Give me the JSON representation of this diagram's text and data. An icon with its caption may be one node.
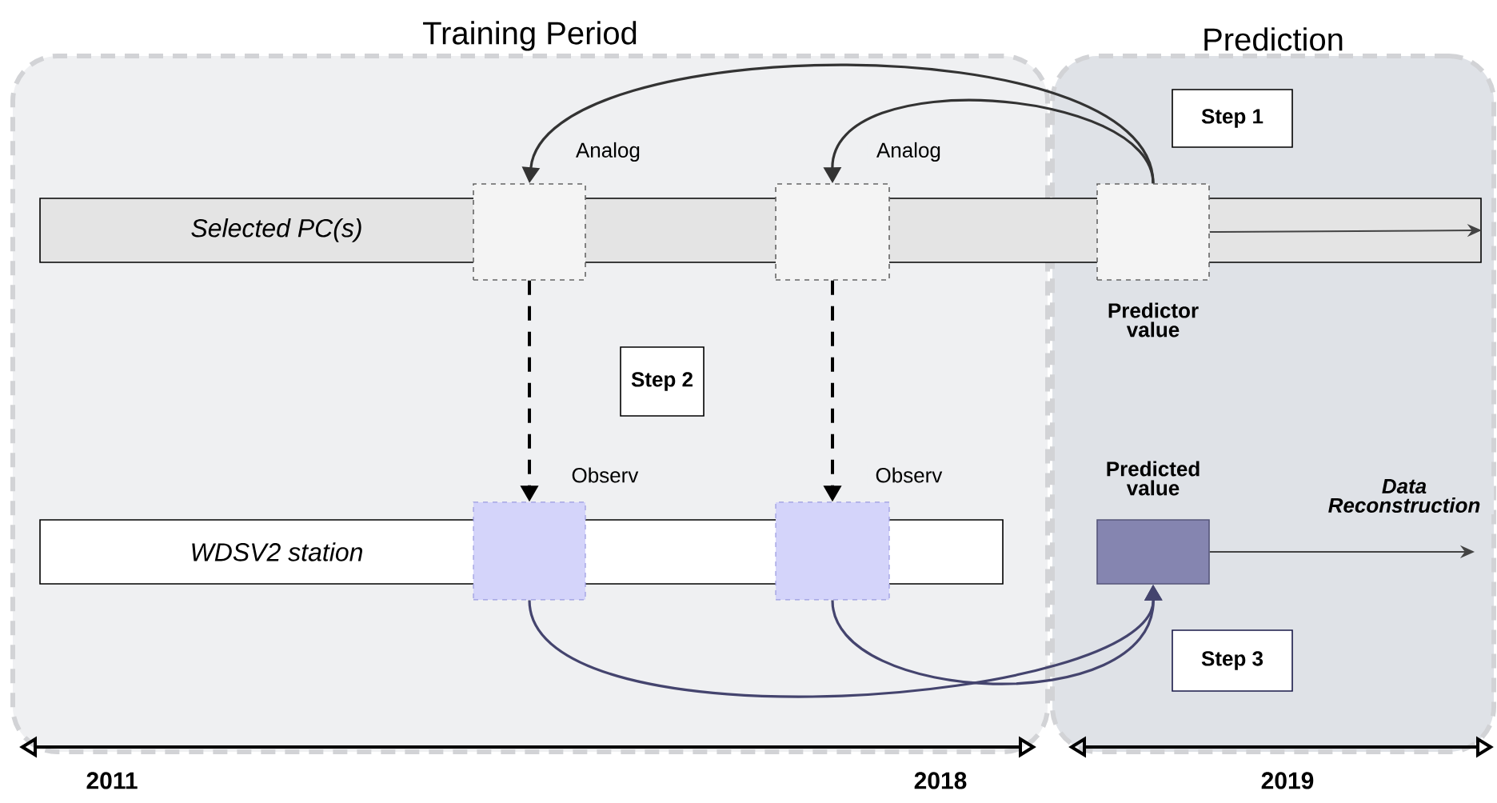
{
  "diagram": {
    "nodes": [
      {
        "text": [
          "Training Period"
        ]
      },
      {
        "text": [
          "Prediction"
        ]
      },
      {
        "text": [
          "Selected PC(s)"
        ]
      },
      {
        "text": [],
        "shape": "box",
        "in": 0
      },
      {
        "text": [],
        "shape": "box",
        "in": 0
      },
      {
        "text": [],
        "shape": "box",
        "beside": [
          "Predictor value"
        ],
        "in": 1
      },
      {
        "text": [
          "WDSV2 station"
        ],
        "in": 0
      },
      {
        "text": [],
        "shape": "box",
        "in": 0
      },
      {
        "text": [],
        "shape": "box",
        "in": 0
      },
      {
        "text": [],
        "shape": "box",
        "beside": [
          "Predicted value"
        ],
        "in": 1
      },
      {
        "text": [
          "Step 1"
        ],
        "in": 1
      },
      {
        "text": [
          "Step 2"
        ],
        "in": 0
      },
      {
        "text": [
          "Step 3"
        ],
        "in": 1
      }
    ],
    "edges": [
      {
        "from": 5,
        "to": 3,
        "arrow": "to",
        "label": "Analog",
        "color": "#333333"
      },
      {
        "from": 5,
        "to": 4,
        "arrow": "to",
        "label": "Analog",
        "color": "#333333"
      },
      {
        "from": 3,
        "to": 7,
        "arrow": "to",
        "label": "Observ",
        "style": "dashed"
      },
      {
        "from": 4,
        "to": 8,
        "arrow": "to",
        "label": "Observ",
        "style": "dashed"
      },
      {
        "from": 7,
        "to": 9,
        "arrow": "to",
        "color": "#44446e"
      },
      {
        "from": 8,
        "to": 9,
        "arrow": "to",
        "color": "#44446e"
      },
      {
        "from": 5,
        "to": 2,
        "arrow": "to",
        "color": "#444444"
      },
      {
        "from": 9,
        "to": null,
        "arrow": "to",
        "label": "Data Reconstruction",
        "color": "#444444"
      }
    ],
    "labels": [
      "2011",
      "2018",
      "2019"
    ]
  }
}
